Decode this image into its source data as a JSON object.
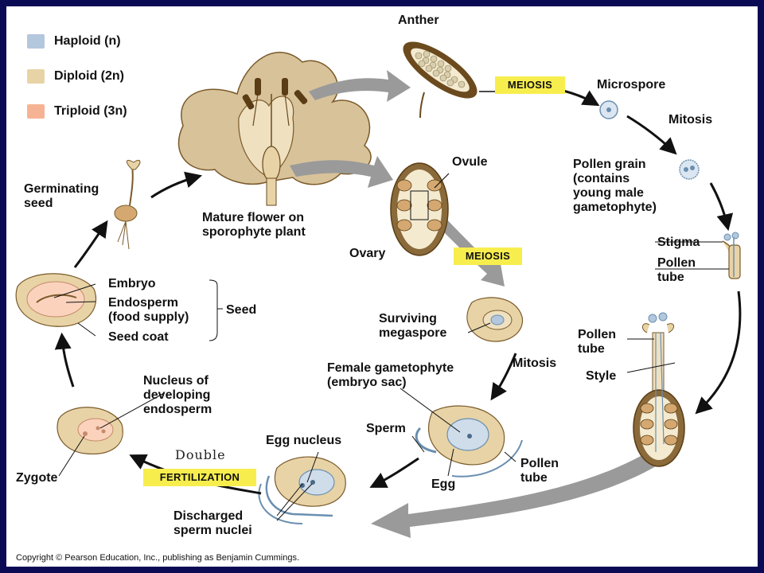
{
  "legend": [
    {
      "label": "Haploid (n)",
      "color": "#b3c7dd"
    },
    {
      "label": "Diploid (2n)",
      "color": "#e8d3a6"
    },
    {
      "label": "Triploid (3n)",
      "color": "#f6b394"
    }
  ],
  "labels": {
    "anther": "Anther",
    "meiosis_top": "MEIOSIS",
    "microspore": "Microspore",
    "mitosis_top": "Mitosis",
    "pollen_grain": "Pollen grain\n(contains\nyoung male\ngametophyte)",
    "stigma": "Stigma",
    "pollen_tube_1": "Pollen\ntube",
    "pollen_tube_2": "Pollen\ntube",
    "style": "Style",
    "ovule": "Ovule",
    "ovary": "Ovary",
    "meiosis_mid": "MEIOSIS",
    "mature_flower": "Mature flower on\nsporophyte plant",
    "germinating_seed": "Germinating\nseed",
    "embryo": "Embryo",
    "endosperm": "Endosperm\n(food supply)",
    "seed_coat": "Seed coat",
    "seed": "Seed",
    "surviving_megaspore": "Surviving\nmegaspore",
    "mitosis_mid": "Mitosis",
    "female_gametophyte": "Female gametophyte\n(embryo sac)",
    "sperm": "Sperm",
    "egg": "Egg",
    "pollen_tube_3": "Pollen\ntube",
    "egg_nucleus": "Egg nucleus",
    "double": "Double",
    "fertilization": "FERTILIZATION",
    "discharged_sperm": "Discharged\nsperm nuclei",
    "nucleus_endosperm": "Nucleus of\ndeveloping\nendosperm",
    "zygote": "Zygote"
  },
  "copyright": "Copyright © Pearson Education, Inc., publishing as Benjamin Cummings."
}
